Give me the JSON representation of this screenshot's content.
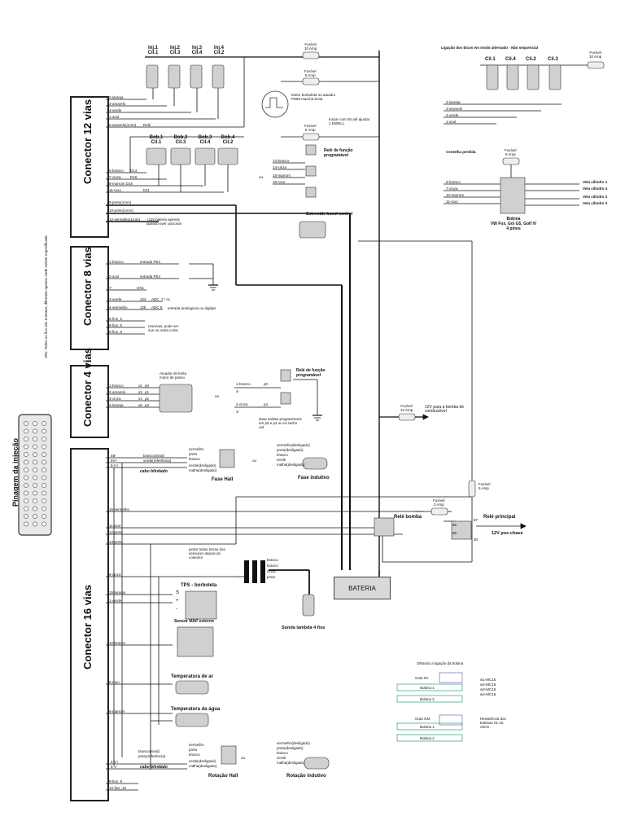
{
  "sidebar": {
    "title": "Pinagem da injeção",
    "note": "Obs: Todos os fios são 0,5mm2, diferente apenas onde estiver especificado"
  },
  "connectors": {
    "c12": "Conector 12 vias",
    "c8": "Conector 8 vias",
    "c4": "Conector 4 vias",
    "c16": "Conector 16 vias"
  },
  "injectors": [
    {
      "line1": "Inj.1",
      "line2": "Cil.1"
    },
    {
      "line1": "Inj.2",
      "line2": "Cil.3"
    },
    {
      "line1": "Inj.3",
      "line2": "Cil.4"
    },
    {
      "line1": "Inj.4",
      "line2": "Cil.2"
    }
  ],
  "coils": [
    {
      "line1": "Bob.1",
      "line2": "Cil.1"
    },
    {
      "line1": "Bob.2",
      "line2": "Cil.3"
    },
    {
      "line1": "Bob.3",
      "line2": "Cil.4"
    },
    {
      "line1": "Bob.4",
      "line2": "Cil.2"
    }
  ],
  "c12_pins": {
    "p2": "2-laranja",
    "p3": "3-amarelo",
    "p4": "4-verde",
    "p1": "1-azul",
    "p5": "5-amarelo(1mm)",
    "p5b": "Relé",
    "p6": "6-branco",
    "p6b": "D14",
    "p7": "7-cinza",
    "p7b": "D16",
    "p8": "8-marrom D15",
    "p11": "11-roxo",
    "p11b": "D11",
    "p9": "9-preto(1mm)",
    "p10": "10-preto(1mm)",
    "p12": "12-vermelho(1mm)",
    "p12note": "+12v bateria apenas quando tiver opcional"
  },
  "fuses": {
    "f10a": {
      "line1": "Fusível",
      "line2": "10 Amp"
    },
    "f5a_top": {
      "line1": "Fusível",
      "line2": "5 Amp"
    },
    "f5a_mid": {
      "line1": "Fusível",
      "line2": "5 Amp"
    },
    "f10a_pump": {
      "line1": "Fusível",
      "line2": "10 Amp"
    },
    "f5a_right": {
      "line1": "Fusível",
      "line2": "5 Amp"
    },
    "f3a": {
      "line1": "Fusível",
      "line2": "3 Amp"
    },
    "f10a_tr": {
      "line1": "Fusível",
      "line2": "10 Amp"
    },
    "f5a_lost": {
      "line1": "Fusível",
      "line2": "5 Amp"
    }
  },
  "motor": {
    "label": "Motor borboleta ou atuador PWM marcha lenta",
    "dwell": "Iniciar com 50 até ajustar o DWELL"
  },
  "boost_relay": {
    "title": "Relé de função programável",
    "p13": "13-branco",
    "p14": "14-cinza",
    "p15": "15-marrom",
    "p16": "16-roxo",
    "ou": "ou"
  },
  "solenoid": {
    "label": "Solenoide boost control"
  },
  "c8_pins": {
    "p1": "1-branco",
    "p1b": "entrada PE3",
    "p2": "2-azul",
    "p2b": "entrada PE4",
    "p7": "7-",
    "p7b": "GNc",
    "p3": "3-verde",
    "p3b": "J34",
    "p3c": "ADC_7 / AL",
    "p4": "4-vermelho",
    "p4b": "J35",
    "p4c": "ADC 6",
    "analog": "entrada analogicas ou digitais",
    "p5": "5-fios_5",
    "p6": "6-fios_6",
    "p8": "8-fios_8",
    "reserved": "reservas, pode ser sus ou outra coisa"
  },
  "c4_pins": {
    "p1": "1-branco",
    "p1b": "x2",
    "p1c": "p0",
    "p2": "2-amarelo",
    "p2b": "x3",
    "p2c": "p1",
    "p3": "3-cinza",
    "p3b": "x4",
    "p3c": "p2",
    "p4": "4-laranja",
    "p4b": "x5",
    "p4c": "p3",
    "actuator": "Atuador de lenta motor de passo",
    "ou": "ou"
  },
  "relay_func": {
    "title": "Relé de função programável",
    "p1": "1-branco",
    "p1b": "p0",
    "p4": "4-",
    "p2": "2-cinza",
    "p2b": "p4",
    "p3": "3-",
    "note": "duas saídas programáveis em p0 e p4 ou no tacho out",
    "top": "vermelho(desligado)"
  },
  "pump": {
    "label": "12V para a bomba de combustível"
  },
  "c16_pins": {
    "p4": "4B-",
    "p4b": "5V+",
    "p5": "5-V+",
    "p16": "16-vermelho",
    "p11": "11-azul",
    "p12": "12-preto",
    "p13": "13-preto",
    "p8": "8-cinza",
    "p15": "15-laranja",
    "p1": "1-verde",
    "p10": "10-branco",
    "p6": "6-roxo",
    "p6m": "6-marrom",
    "p9": "9-fios_9",
    "p10b": "10-fios_10",
    "p4r": "4-V+",
    "p5r": "5-V-"
  },
  "hall_phase": {
    "label": "Fase Hall",
    "cable": "cabo blindado",
    "w1": "branco(sinal)",
    "w2": "verde(referência)",
    "h1": "vermelho",
    "h2": "preto",
    "h3": "branco",
    "h4": "verde(desligado)",
    "h5": "malha(desligado)",
    "ou": "ou"
  },
  "phase_ind": {
    "label": "Fase indutivo",
    "w1": "vermelho(desligado)",
    "w2": "preto(desligado)",
    "w3": "branco",
    "w4": "verde",
    "w5": "malha(desligado)"
  },
  "relays": {
    "pump": "Relé bomba",
    "main": "Relé principal",
    "p87": "87",
    "p85": "85",
    "p86": "86",
    "p30": "30",
    "out": "12V pos-chave"
  },
  "lambda": {
    "label": "Sonda lambda 4 fios",
    "w1": "branco",
    "w2": "branco",
    "w3": "cinza",
    "w4": "preto",
    "note": "juntar todos terras dos sensores depois do conector"
  },
  "battery": {
    "label": "BATERIA"
  },
  "tps": {
    "label": "TPS - borboleta",
    "s": "S",
    "plus": "+",
    "minus": "-"
  },
  "map": {
    "label": "Sensor MAP externo"
  },
  "air_temp": {
    "label": "Temperatura de ar"
  },
  "water_temp": {
    "label": "Temperatura da água"
  },
  "hall_rot": {
    "label": "Rotação Hall",
    "cable": "cabo blindado",
    "w1": "branco(sinal)",
    "w2": "preto(referência)",
    "h1": "vermelho",
    "h2": "preto",
    "h3": "branco",
    "h4": "verde(desligado)",
    "h5": "malha(desligado)",
    "ou": "ou"
  },
  "ind_rot": {
    "label": "Rotação indutivo",
    "w1": "vermelho(desligado)",
    "w2": "preto(desligado)",
    "w3": "branco",
    "w4": "verde",
    "w5": "malha(desligado)"
  },
  "alt_coils": {
    "title": "Ligação dos bicos em modo alternado - Não sequencial",
    "cils": [
      "Cil.1",
      "Cil.4",
      "Cil.2",
      "Cil.3"
    ],
    "p2": "2-laranja",
    "p3": "3-amarelo",
    "p4": "4-verde",
    "p1": "1-azul"
  },
  "lost_spark": {
    "title": "Centelha perdida",
    "p6": "6-branco",
    "p7": "7-cinza",
    "p10": "10-marrom",
    "p11": "11-roxo",
    "out1": "Vela cilindro 1",
    "out2": "Vela cilindro 4",
    "out3": "Vela cilindro 2",
    "out4": "Vela cilindro 3",
    "coil": "Bobina",
    "model": "VW Fox, Gol G5, Golf IV",
    "pins": "4 pinos"
  },
  "coil_wiring": {
    "title": "Olhando a ligação da bobina",
    "c1": "Bobina 1",
    "c2": "Bobina 2",
    "n1": "Gota 8V",
    "n2": "Gota GM",
    "right1": "w1-MC16",
    "right2": "w2-MC16",
    "right3": "w3-MC16",
    "right4": "w4-MC16",
    "resist": "Resistência dos bobinas 01-16 ohms"
  }
}
